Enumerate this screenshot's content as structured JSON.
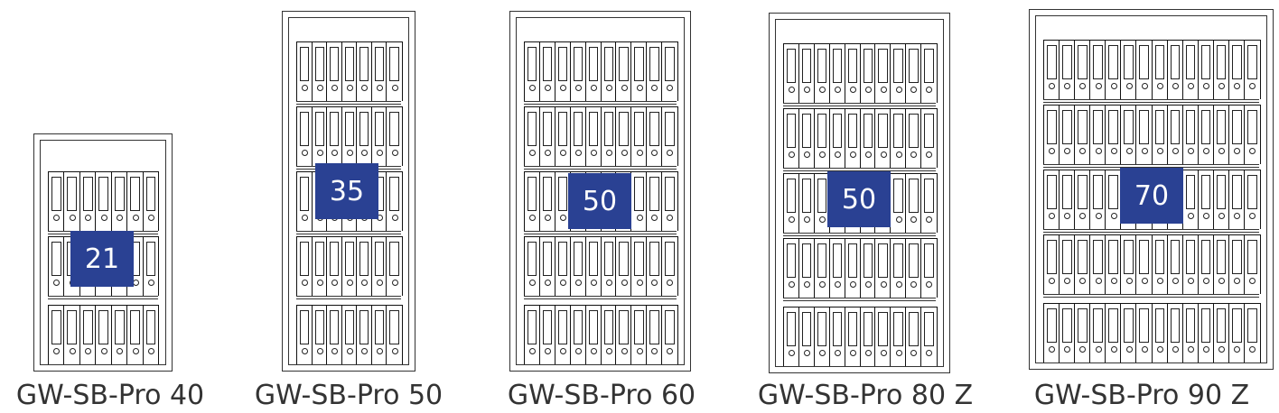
{
  "colors": {
    "badge": "#2a4193",
    "outline": "#333333"
  },
  "models": [
    {
      "name": "GW-SB-Pro 40",
      "capacity": "21",
      "shelves": 3,
      "binders_per_shelf": 7
    },
    {
      "name": "GW-SB-Pro 50",
      "capacity": "35",
      "shelves": 5,
      "binders_per_shelf": 7
    },
    {
      "name": "GW-SB-Pro 60",
      "capacity": "50",
      "shelves": 5,
      "binders_per_shelf": 10
    },
    {
      "name": "GW-SB-Pro 80 Z",
      "capacity": "50",
      "shelves": 5,
      "binders_per_shelf": 10
    },
    {
      "name": "GW-SB-Pro 90 Z",
      "capacity": "70",
      "shelves": 5,
      "binders_per_shelf": 14
    }
  ]
}
